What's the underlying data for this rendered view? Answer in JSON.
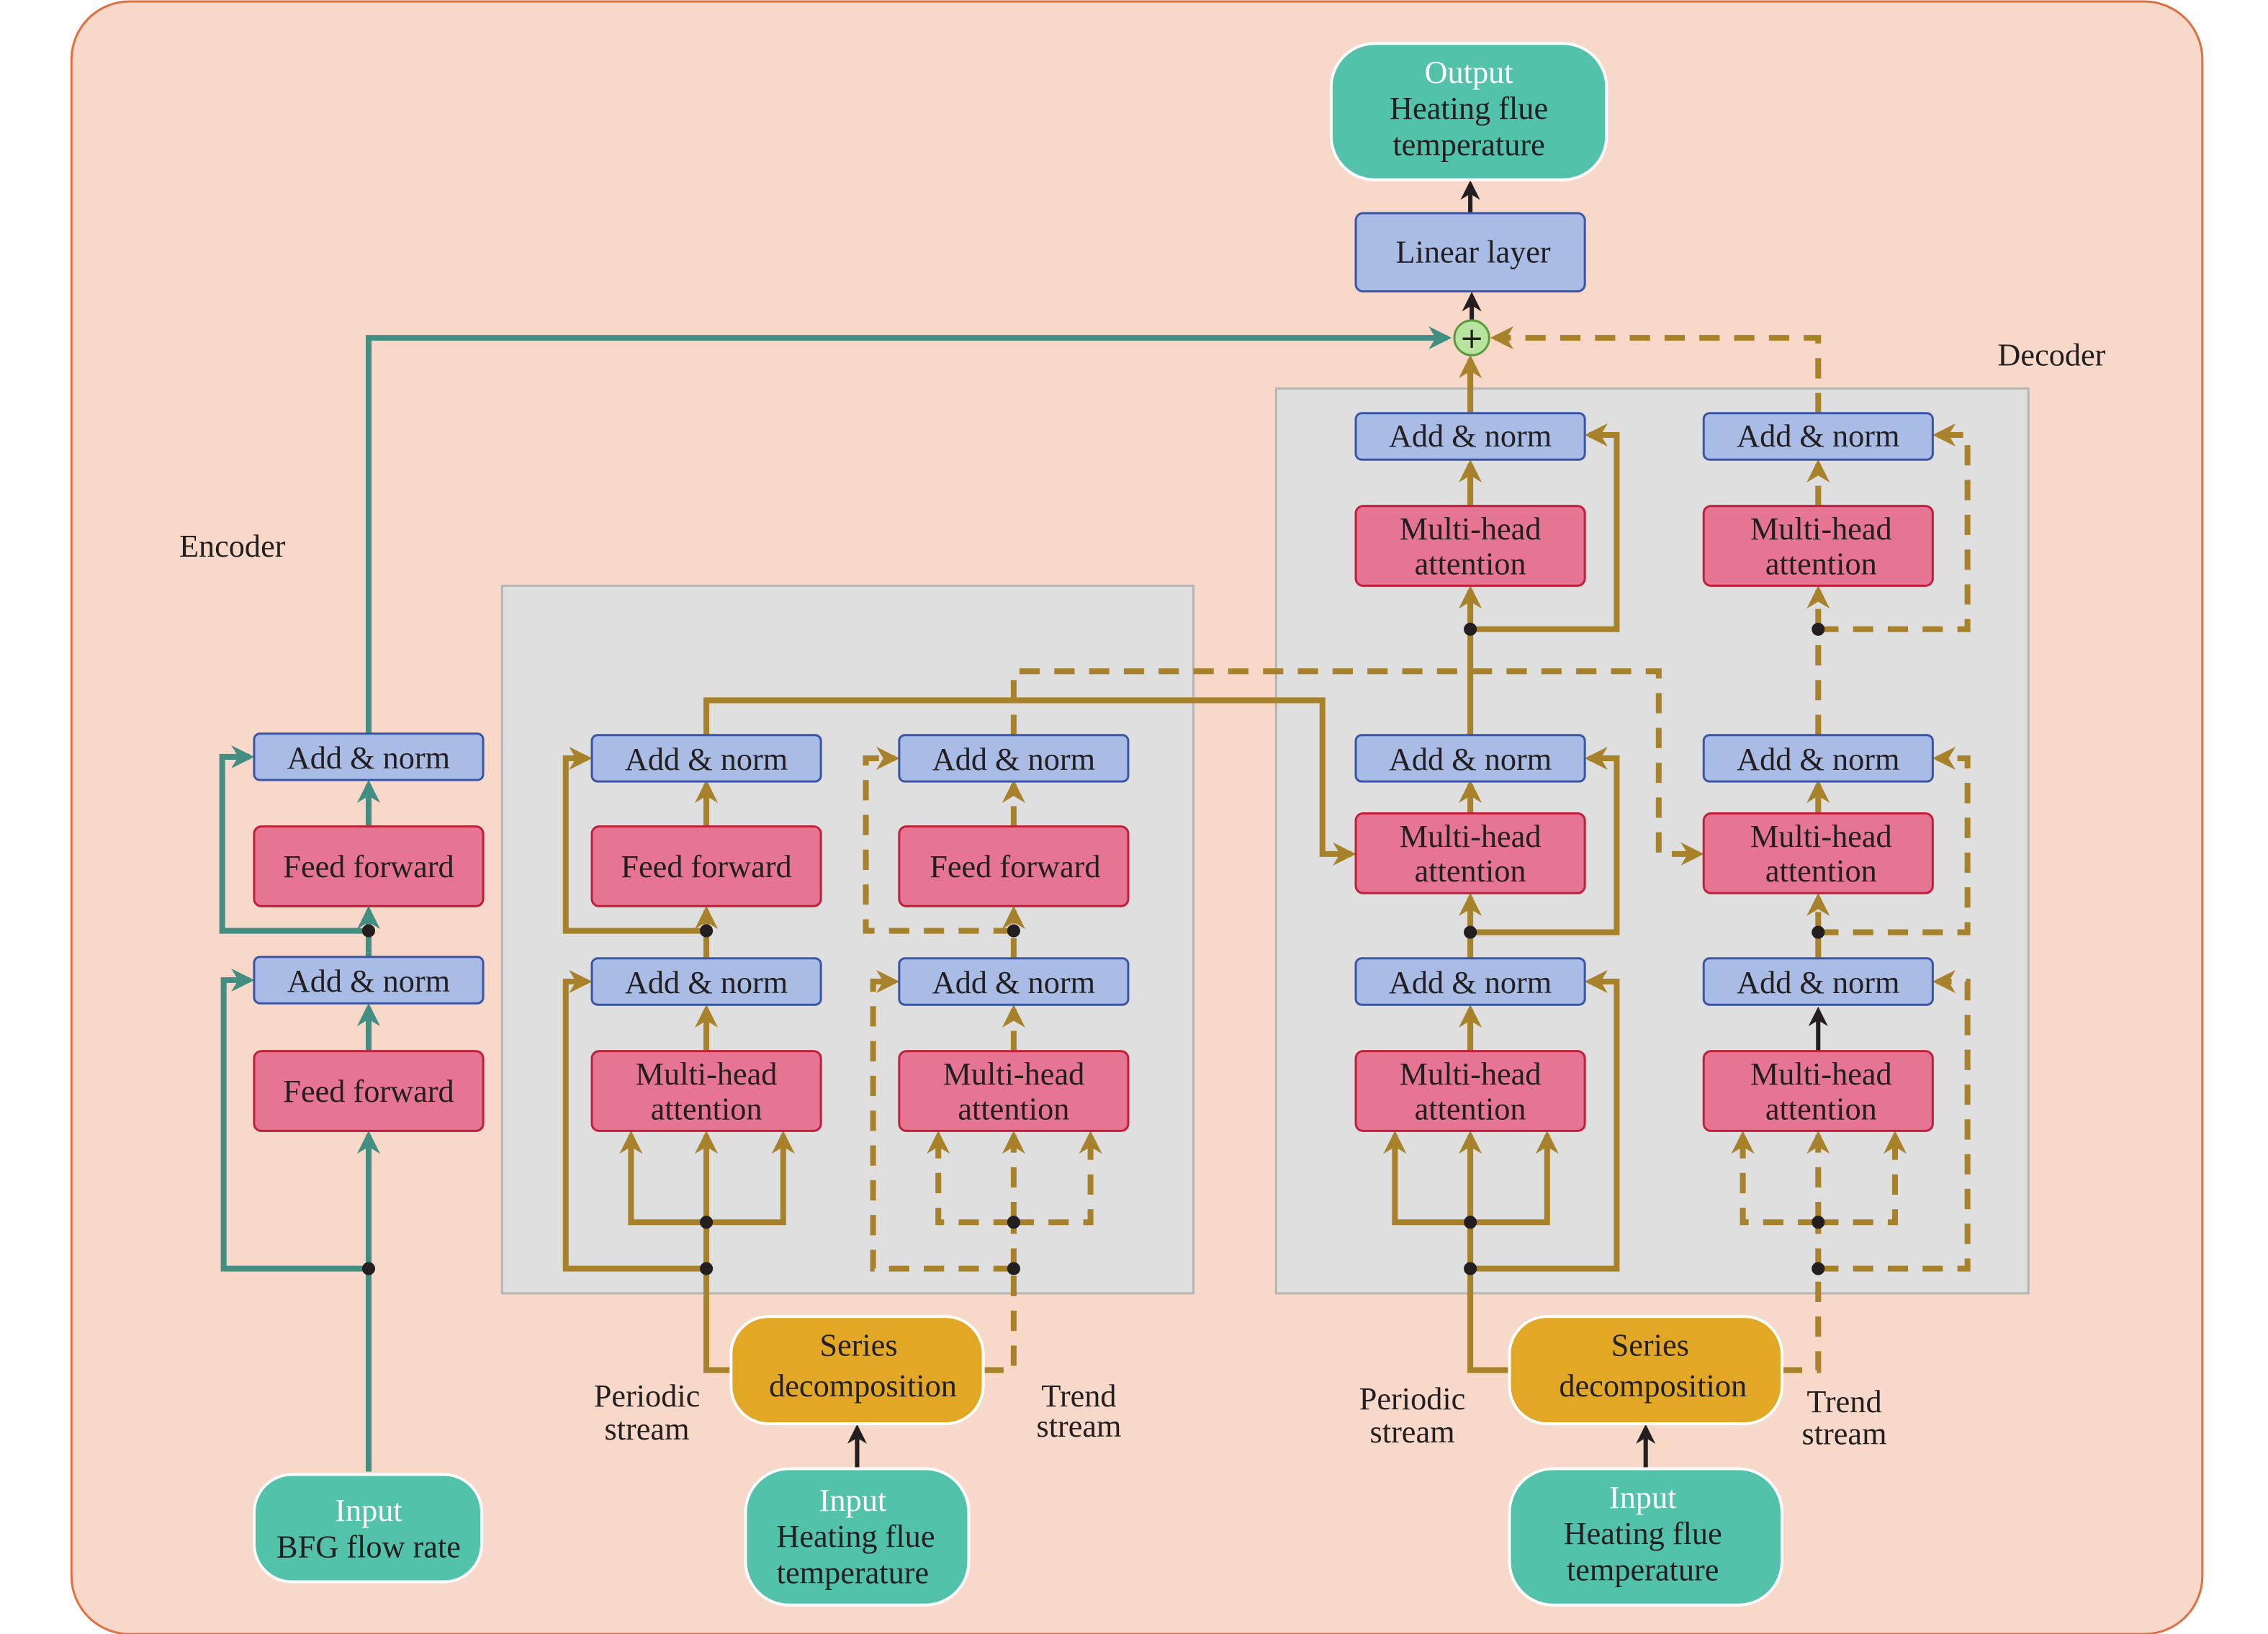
{
  "title": "Encoder-decoder architecture with series decomposition",
  "colors": {
    "background": "#F8D9C9",
    "border": "#E07040",
    "panel": "#DFDFDF",
    "add_norm": "#A9BCE6",
    "attention_ff": "#E67593",
    "io": "#52C2AA",
    "decomposition": "#E3A726",
    "encoder_line": "#438E82",
    "stream_line": "#A8822A",
    "sum_node": "#B9E4A0"
  },
  "labels": {
    "encoder": "Encoder",
    "decoder": "Decoder",
    "periodic_stream_1": "Periodic",
    "periodic_stream_2": "stream",
    "trend_stream_1": "Trend",
    "trend_stream_2": "stream",
    "sum_symbol": "+"
  },
  "output": {
    "line1": "Output",
    "line2": "Heating flue",
    "line3": "temperature"
  },
  "linear_layer": "Linear layer",
  "blocks": {
    "add_norm": "Add & norm",
    "feed_forward": "Feed forward",
    "mha_line1": "Multi-head",
    "mha_line2": "attention",
    "series_line1": "Series",
    "series_line2": "decomposition"
  },
  "inputs": {
    "bfg": {
      "line1": "Input",
      "line2": "BFG flow rate"
    },
    "hft_encoder": {
      "line1": "Input",
      "line2": "Heating flue",
      "line3": "temperature"
    },
    "hft_decoder": {
      "line1": "Input",
      "line2": "Heating flue",
      "line3": "temperature"
    }
  }
}
